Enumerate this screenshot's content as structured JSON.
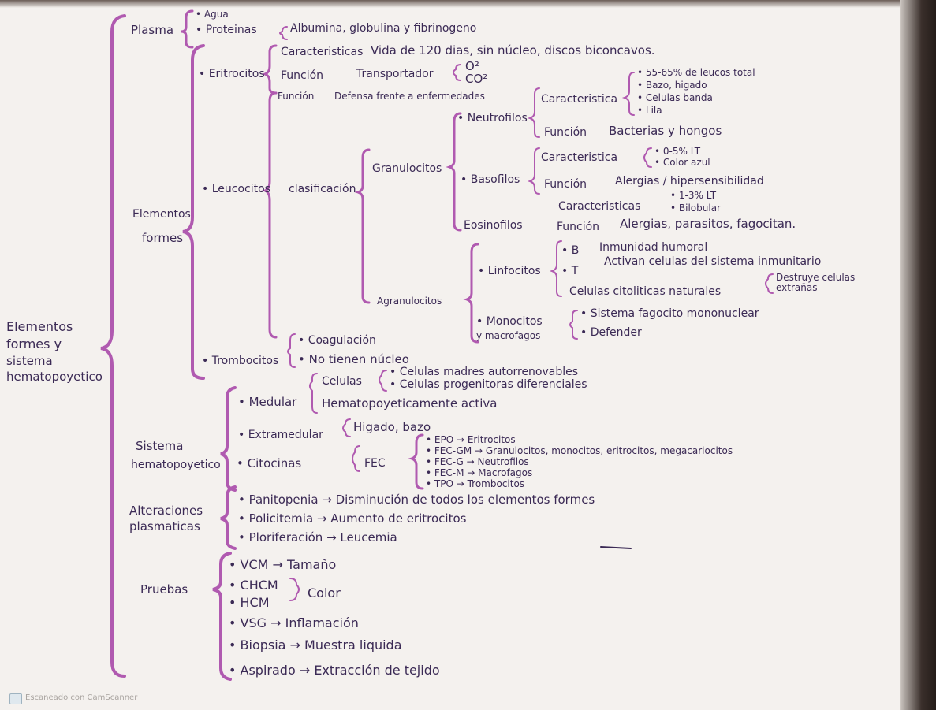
{
  "root": [
    "Elementos",
    "formes y",
    "sistema",
    "hematopoyetico"
  ],
  "plasma": {
    "label": "Plasma",
    "agua": "• Agua",
    "proteinas": "• Proteinas",
    "albumina": "Albumina",
    "proteinas_rest": ", globulina y fibrinogeno"
  },
  "elementos_formes": {
    "label": [
      "Elementos",
      "formes"
    ],
    "eritrocitos": {
      "label": "• Eritrocitos",
      "caracteristicas": "Caracteristicas",
      "caracteristicas_val": "Vida de 120 dias, sin núcleo, discos biconcavos.",
      "funcion": "Función",
      "transportador": "Transportador",
      "o2": "O²",
      "co2": "CO²"
    },
    "leucocitos": {
      "label": "• Leucocitos",
      "funcion": "Función",
      "funcion_val": "Defensa frente a enfermedades",
      "clasificacion": "clasificación",
      "granulocitos": "Granulocitos",
      "neutrofilos": "• Neutrofilos",
      "neu_caract": "Caracteristica",
      "neu_caract_items": [
        "• 55-65% de leucos total",
        "• Bazo, higado",
        "• Celulas banda",
        "• Lila"
      ],
      "neu_funcion": "Función",
      "neu_funcion_val": "Bacterias y hongos",
      "basofilos": "• Basofilos",
      "bas_caract": "Caracteristica",
      "bas_caract_items": [
        "• 0-5% LT",
        "• Color azul"
      ],
      "bas_funcion": "Función",
      "bas_funcion_val": "Alergias / hipersensibilidad",
      "eosinofilos": "Eosinofilos",
      "eos_caract": "Caracteristicas",
      "eos_caract_items": [
        "• 1-3% LT",
        "• Bilobular"
      ],
      "eos_funcion": "Función",
      "eos_funcion_val": "Alergias, parasitos, fagocitan.",
      "agranulocitos": "Agranulocitos",
      "linfocitos": "• Linfocitos",
      "linf_b": "• B",
      "linf_b_val": "Inmunidad humoral",
      "linf_t": "• T",
      "linf_t_val": "Activan celulas del sistema inmunitario",
      "linf_nk": "Celulas citoliticas naturales",
      "linf_nk_val": "Destruye celulas extrañas",
      "monocitos": "• Monocitos",
      "macrofagos": "y macrofagos",
      "mono_items": [
        "• Sistema fagocito mononuclear",
        "• Defender"
      ]
    },
    "trombocitos": {
      "label": "• Trombocitos",
      "items": [
        "• Coagulación",
        "• No tienen núcleo"
      ]
    }
  },
  "sistema_hematopoyetico": {
    "label": [
      "Sistema",
      "hematopoyetico"
    ],
    "medular": "• Medular",
    "celulas": "Celulas",
    "celulas_items": [
      "• Celulas madres autorrenovables",
      "• Celulas progenitoras diferenciales"
    ],
    "medular_activa": "Hematopoyeticamente activa",
    "extramedular": "• Extramedular",
    "extramedular_val": "Higado, bazo",
    "citocinas": "• Citocinas",
    "fec": "FEC",
    "fec_items": [
      "• EPO → Eritrocitos",
      "• FEC-GM → Granulocitos, monocitos, eritrocitos, megacariocitos",
      "• FEC-G → Neutrofilos",
      "• FEC-M → Macrofagos",
      "• TPO → Trombocitos"
    ]
  },
  "alteraciones": {
    "label": [
      "Alteraciones",
      "plasmaticas"
    ],
    "items": [
      "• Panitopenia → Disminución de todos los elementos formes",
      "• Policitemia → Aumento de eritrocitos",
      "• Ploriferación → Leucemia"
    ]
  },
  "pruebas": {
    "label": "Pruebas",
    "vcm": "• VCM → Tamaño",
    "chcm": "• CHCM",
    "hcm": "• HCM",
    "color": "Color",
    "vsg": "• VSG → Inflamación",
    "biopsia": "• Biopsia → Muestra liquida",
    "aspirado": "• Aspirado → Extracción de tejido"
  },
  "footer": "Escaneado con CamScanner",
  "colors": {
    "ink": "#3b2a55",
    "brace": "#b05ab0",
    "paper": "#f4f1ee"
  }
}
